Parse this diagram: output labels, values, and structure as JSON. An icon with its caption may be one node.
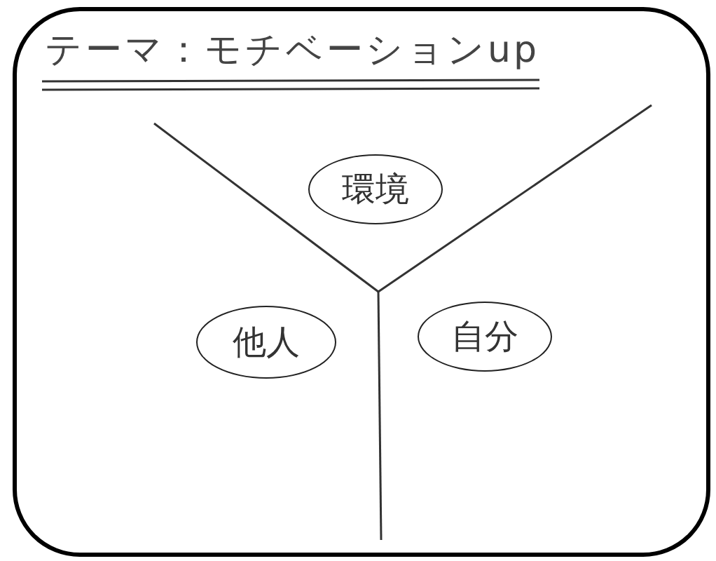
{
  "diagram": {
    "title": "テーマ：モチベーションup",
    "nodes": [
      {
        "text": [
          "環境"
        ]
      },
      {
        "text": [
          "他人"
        ]
      },
      {
        "text": [
          "自分"
        ]
      }
    ]
  }
}
